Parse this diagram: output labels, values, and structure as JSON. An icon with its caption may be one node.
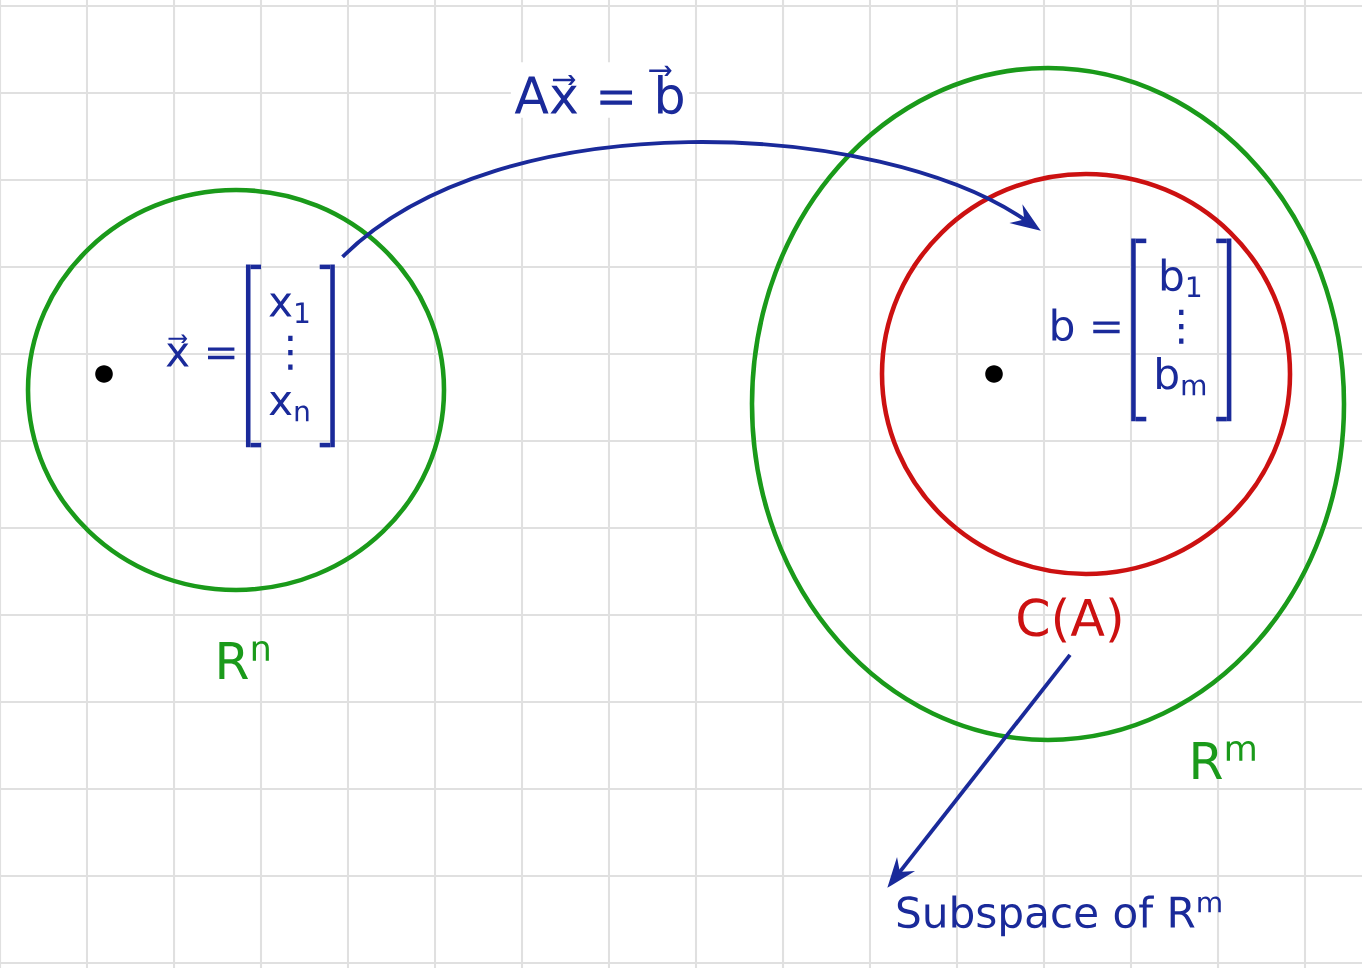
{
  "diagram": {
    "nodes": [
      {
        "text": [
          "R$^{n}$"
        ]
      },
      {
        "text": [
          "x⃗ =",
          "x$_{1}$",
          "⋮",
          "x$_{n}$"
        ],
        "in": 0
      },
      {
        "text": [
          "R$^{m}$"
        ]
      },
      {
        "text": [
          "C(A)"
        ],
        "in": 2
      },
      {
        "text": [
          "b =",
          "b$_{1}$",
          "⋮",
          "b$_{m}$"
        ],
        "in": 3
      },
      {
        "text": [
          "Subspace of R$^{m}$"
        ]
      }
    ],
    "edges": [
      {
        "from": 1,
        "to": 4,
        "arrow": "to",
        "label": "Ax⃗ = b⃗"
      },
      {
        "from": 3,
        "to": 5,
        "arrow": "to"
      }
    ]
  }
}
